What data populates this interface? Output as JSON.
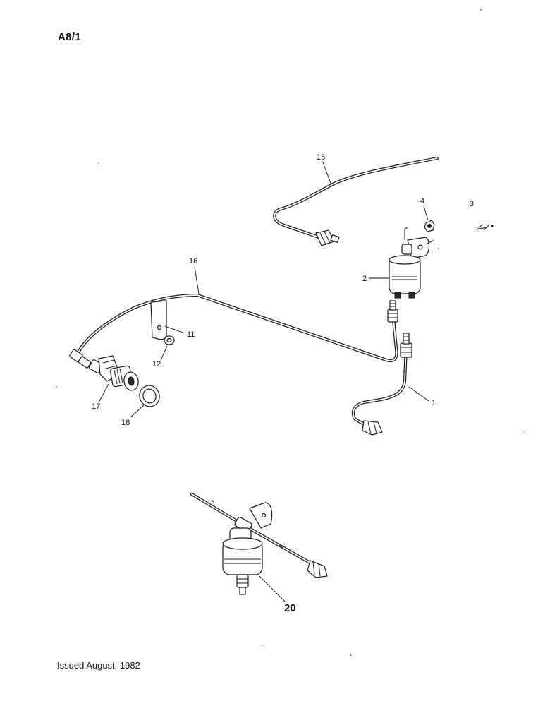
{
  "header": {
    "page_code": "A8/1"
  },
  "footer": {
    "issue_text": "Issued August, 1982"
  },
  "callouts": {
    "c1": "1",
    "c2": "2",
    "c3": "3",
    "c4": "4",
    "c11": "11",
    "c12": "12",
    "c15": "15",
    "c16": "16",
    "c17": "17",
    "c18": "18",
    "c20": "20"
  }
}
